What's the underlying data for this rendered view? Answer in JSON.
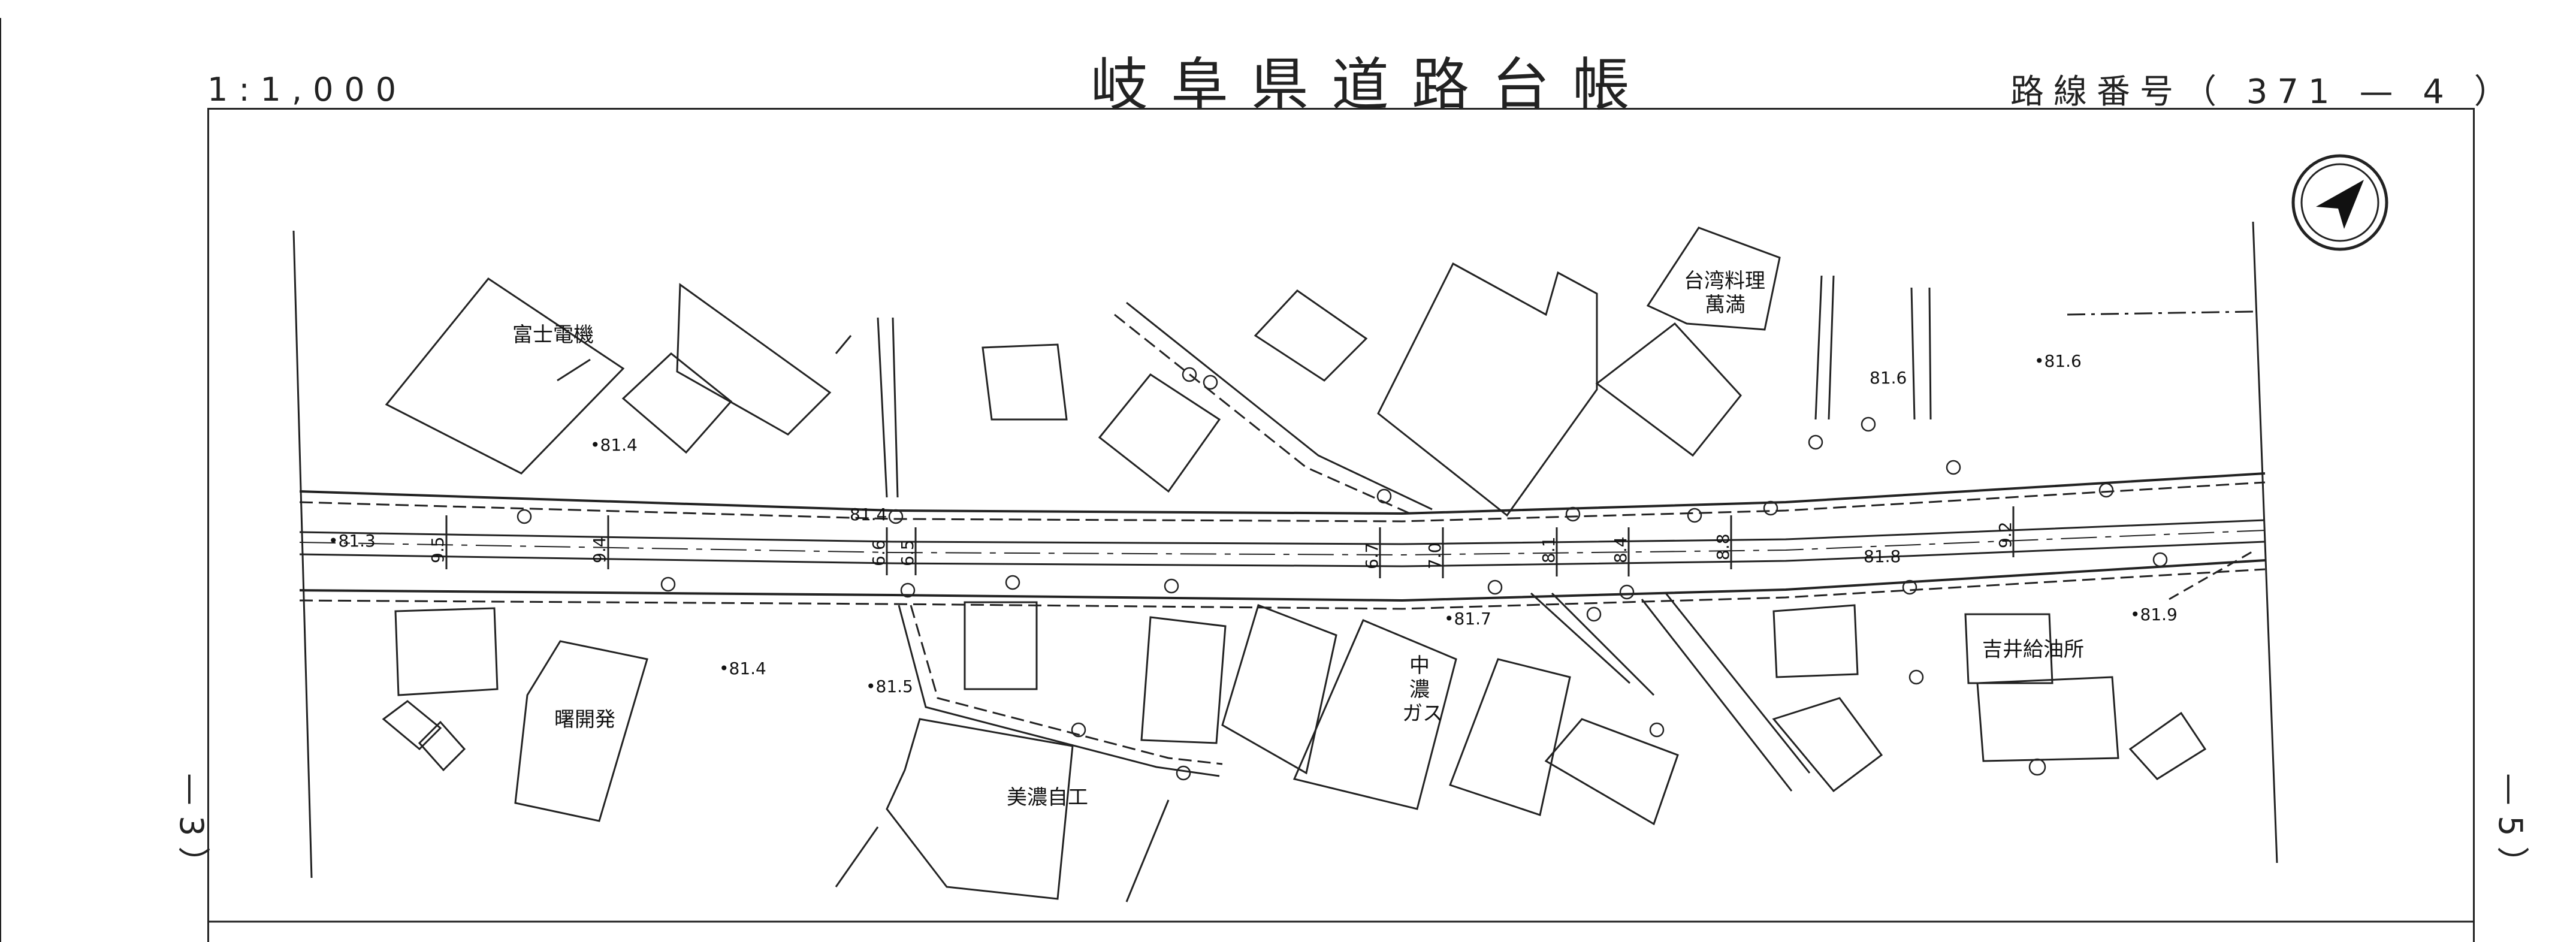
{
  "header": {
    "scale": "1:1,000",
    "title": "岐阜県道路台帳",
    "route": "路線番号（ 371 — 4 ）"
  },
  "side_labels": {
    "left": "— 3 ）",
    "right": "— 5 ）"
  },
  "buildings": {
    "fuji_denki": "富士電機",
    "taiwan_ryori_1": "台湾料理",
    "taiwan_ryori_2": "萬満",
    "akebono": "曙開発",
    "mino_jiko": "美濃自工",
    "chuno_gas_1": "中",
    "chuno_gas_2": "濃",
    "chuno_gas_3": "ガス",
    "yoshii": "吉井給油所"
  },
  "elevations": {
    "e1": "•81.4",
    "e2": "81.4",
    "e3": "•81.3",
    "e4": "•81.4",
    "e5": "•81.5",
    "e6": "•81.7",
    "e7": "81.6",
    "e8": "•81.6",
    "e9": "81.8",
    "e10": "•81.9"
  },
  "road_widths": {
    "w1": "9.5",
    "w2": "9.4",
    "w3": "6.6",
    "w4": "6.5",
    "w5": "6.7",
    "w6": "7.0",
    "w7": "8.1",
    "w8": "8.4",
    "w9": "8.8",
    "w10": "9.2"
  },
  "icons": {
    "north_arrow": "north-arrow-icon"
  }
}
